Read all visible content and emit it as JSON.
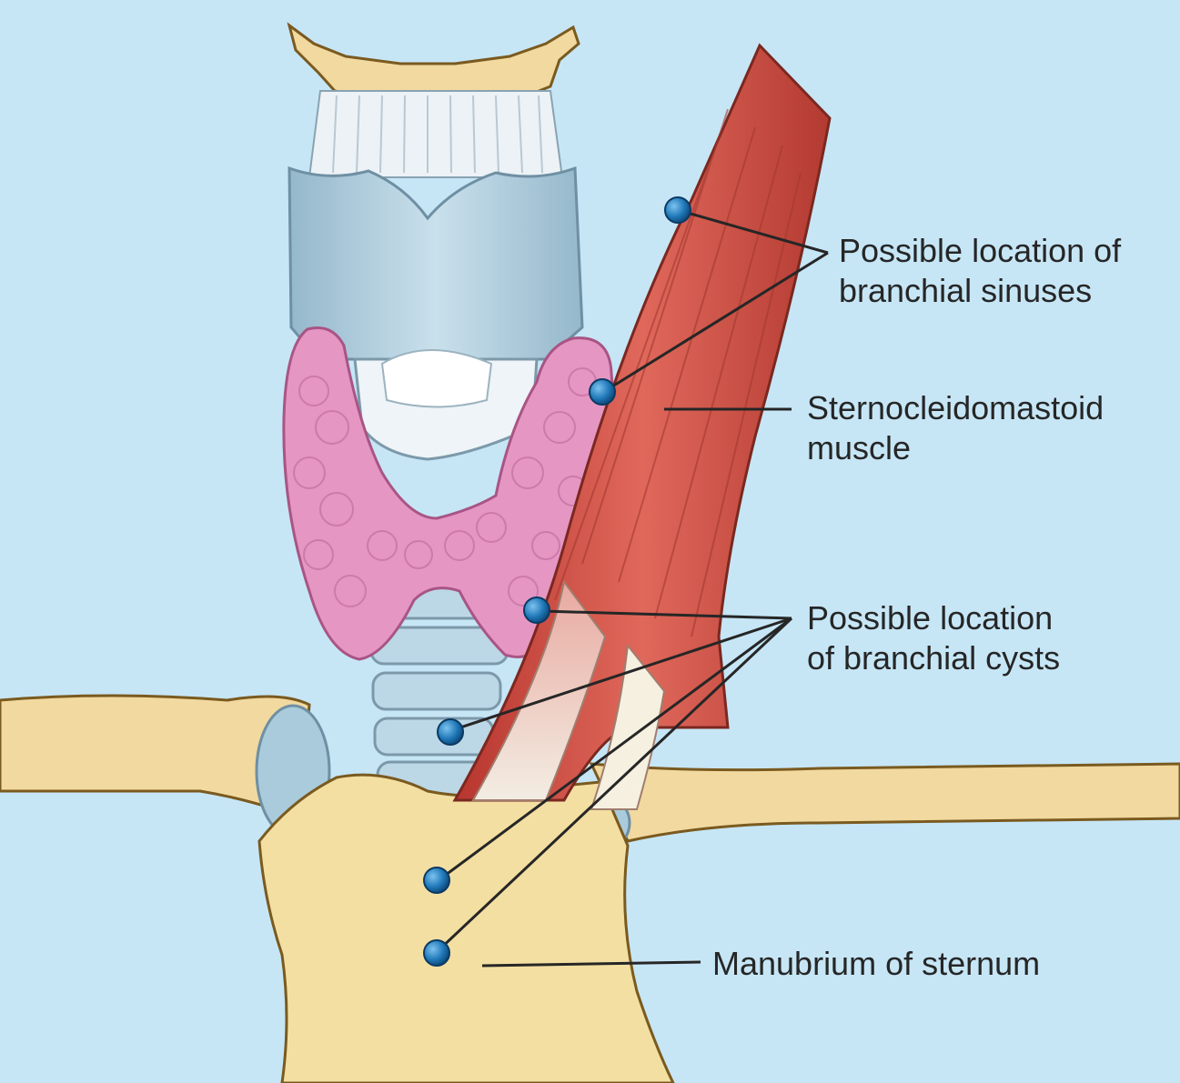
{
  "labels": {
    "branchial_sinuses": {
      "line1": "Possible location of",
      "line2": "branchial sinuses"
    },
    "sternocleidomastoid": {
      "line1": "Sternocleidomastoid",
      "line2": "muscle"
    },
    "branchial_cysts": {
      "line1": "Possible location",
      "line2": "of branchial cysts"
    },
    "manubrium": {
      "line1": "Manubrium of sternum"
    }
  },
  "colors": {
    "background": "#c6e6f6",
    "bone": "#f3dfa2",
    "cartilage": "#aacbdc",
    "thyroid": "#e596c2",
    "muscle": "#d4574c",
    "marker": "#1f78b8",
    "leader": "#262626"
  },
  "icons": {
    "marker": "blue-dot-icon"
  }
}
